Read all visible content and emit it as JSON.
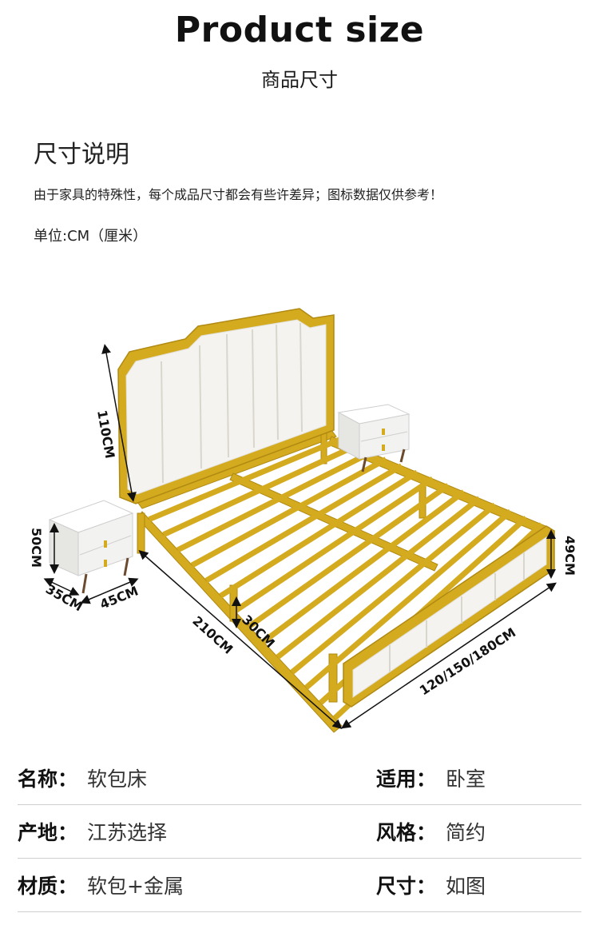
{
  "header": {
    "title": "Product size",
    "subtitle": "商品尺寸"
  },
  "section": {
    "title": "尺寸说明",
    "description": "由于家具的特殊性，每个成品尺寸都会有些许差异；图标数据仅供参考！",
    "unit": "单位:CM（厘米）"
  },
  "dimensions": {
    "height": "110CM",
    "length": "210CM",
    "width": "120/150/180CM",
    "clearance": "30CM",
    "footboard": "49CM",
    "nightstand_height": "50CM",
    "nightstand_depth": "35CM",
    "nightstand_width": "45CM"
  },
  "colors": {
    "gold": "#d4aa1e",
    "gold_dark": "#b08a12",
    "cushion": "#f4f3ef",
    "nightstand": "#f2f2f0"
  },
  "specs": [
    {
      "left_label": "名称：",
      "left_value": "软包床",
      "right_label": "适用：",
      "right_value": "卧室"
    },
    {
      "left_label": "产地：",
      "left_value": "江苏选择",
      "right_label": "风格：",
      "right_value": "简约"
    },
    {
      "left_label": "材质：",
      "left_value": "软包+金属",
      "right_label": "尺寸：",
      "right_value": "如图"
    }
  ]
}
